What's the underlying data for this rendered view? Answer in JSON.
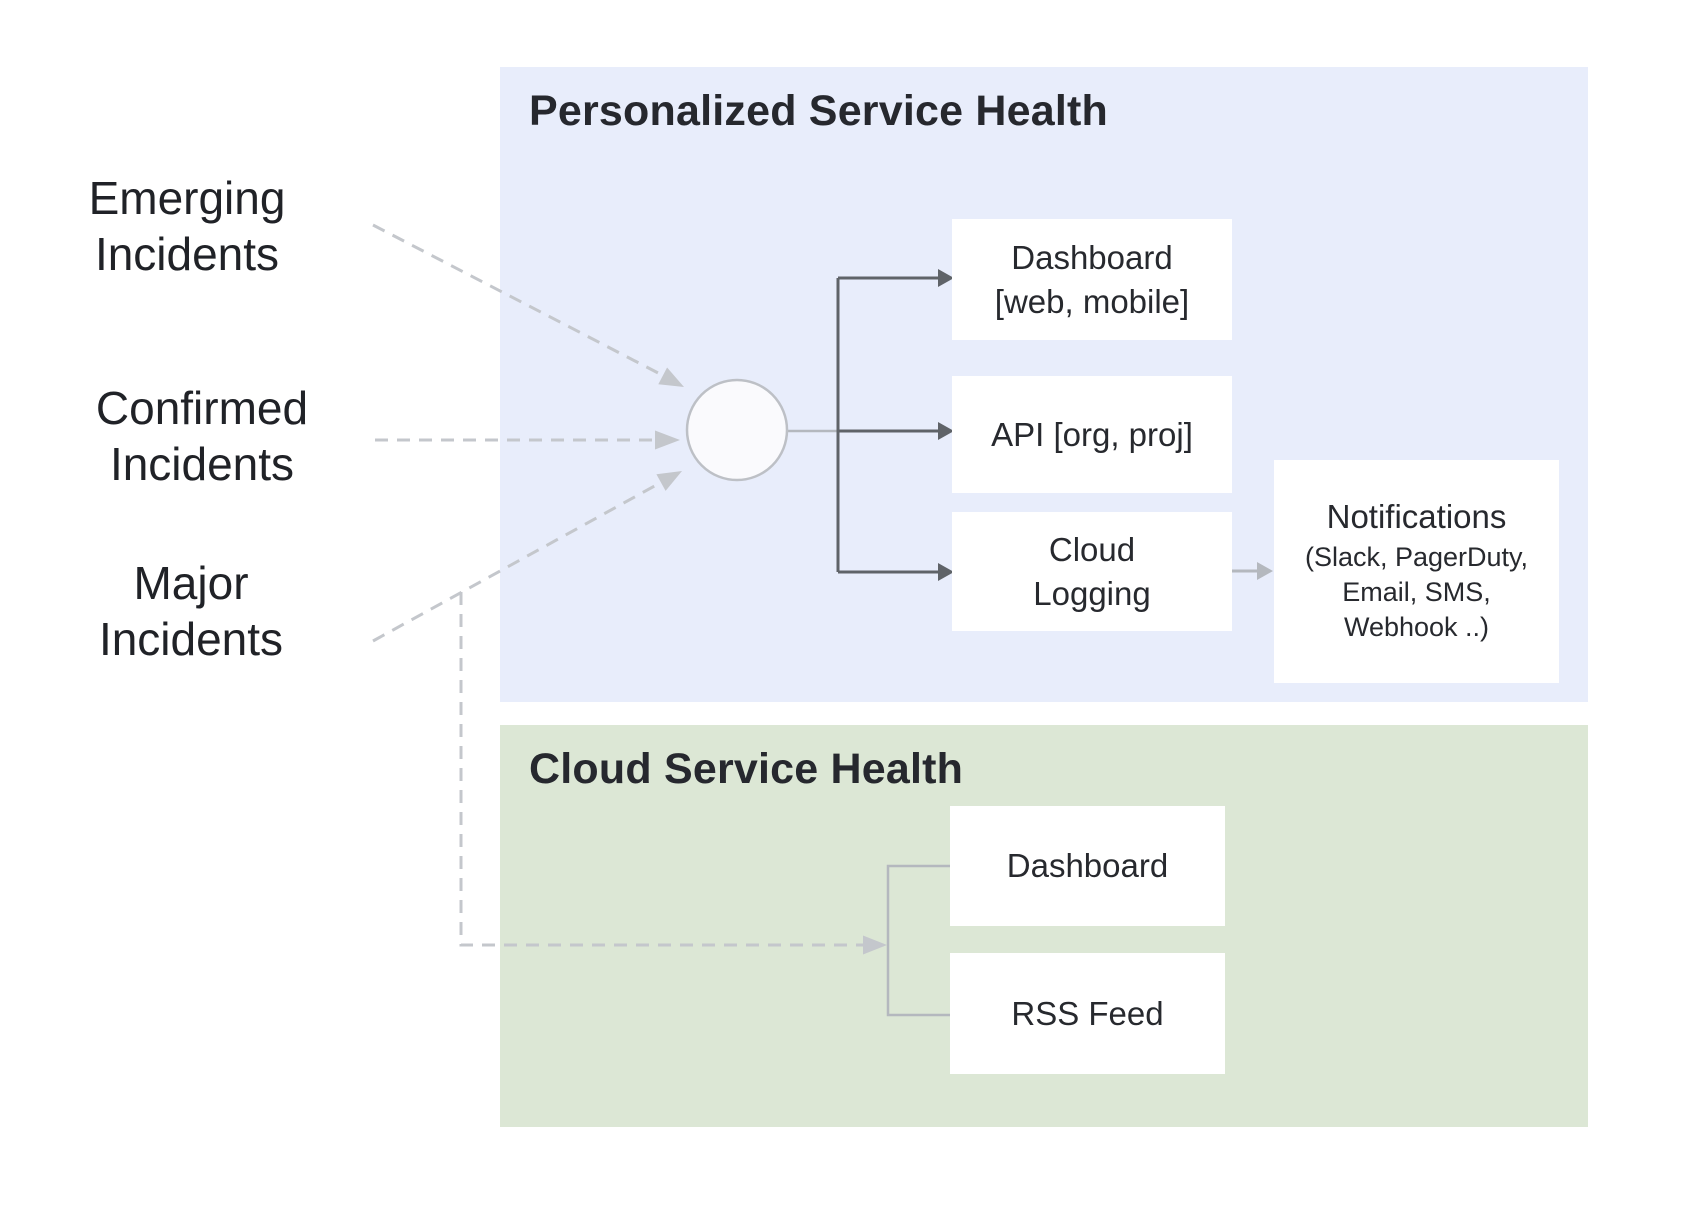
{
  "colors": {
    "personalized_panel_bg": "#E8EDFB",
    "cloud_panel_bg": "#DCE7D5",
    "node_bg": "#FFFFFF",
    "solid_connector": "#5F6368",
    "light_connector": "#B4B8BE",
    "dashed_connector": "#C4C7CC",
    "text": "#202227"
  },
  "sources": [
    {
      "lines": [
        "Emerging",
        "Incidents"
      ]
    },
    {
      "lines": [
        "Confirmed",
        "Incidents"
      ]
    },
    {
      "lines": [
        "Major",
        "Incidents"
      ]
    }
  ],
  "personalized_section": {
    "title": "Personalized Service Health",
    "nodes": [
      {
        "lines": [
          "Dashboard",
          "[web, mobile]"
        ]
      },
      {
        "lines": [
          "API [org, proj]"
        ]
      },
      {
        "lines": [
          "Cloud",
          "Logging"
        ]
      },
      {
        "title": "Notifications",
        "lines": [
          "(Slack, PagerDuty,",
          "Email, SMS,",
          "Webhook ..)"
        ]
      }
    ]
  },
  "cloud_section": {
    "title": "Cloud Service Health",
    "nodes": [
      {
        "lines": [
          "Dashboard"
        ]
      },
      {
        "lines": [
          "RSS Feed"
        ]
      }
    ]
  }
}
